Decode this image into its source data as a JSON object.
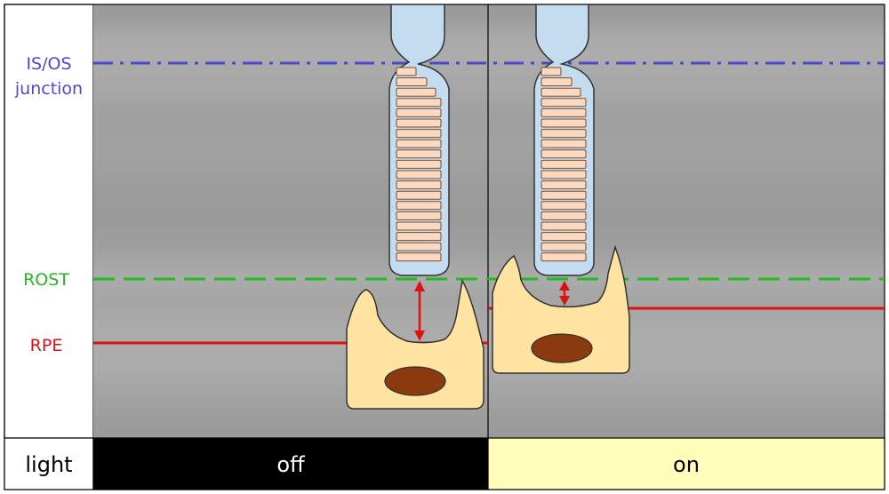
{
  "labels": {
    "isos_line1": "IS/OS",
    "isos_line2": "junction",
    "rost": "ROST",
    "rpe": "RPE",
    "light": "light",
    "off": "off",
    "on": "on"
  },
  "colors": {
    "isos": "#4a4ad0",
    "rost": "#22bb22",
    "rpe": "#dd1111",
    "arrow": "#dd1111",
    "off_bar": "#000000",
    "on_bar": "#ffffbb",
    "cell_body": "#ffe3a0",
    "nucleus": "#8b3a0f",
    "outer_segment": "#c4dcf0",
    "disc": "#fbd8c0"
  }
}
